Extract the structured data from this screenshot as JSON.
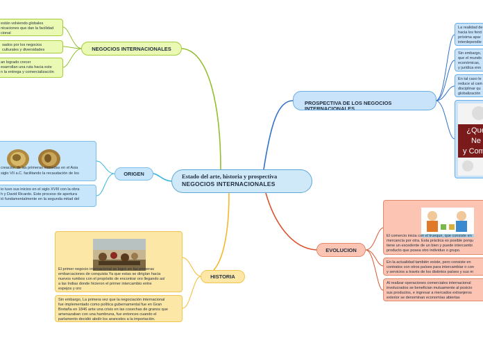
{
  "central": {
    "line1": "Estado del arte, historia y prospectiva",
    "line2": "NEGOCIOS INTERNACIONALES"
  },
  "negocios": {
    "label": "NEGOCIOS INTERNACIONALES",
    "leaves": [
      "están volviendo globales\nnicaciones que dan la facilidad\ncional",
      "sados por los negocios\nculturales y diversidades",
      "an logrado crecer\nesarrollan una ruta hacia este\nn la entrega y comercialización"
    ]
  },
  "origen": {
    "label": "ORIGEN",
    "leaves": [
      "creación de las primeras monedas en el Asia\nsiglo VII a.C. facilitando la recaudación de los",
      "io tuvo sus inicios en el siglo XVIII con la obra\nh y David Ricardo. Este proceso de apertura\nió fundamentalmente en la segunda mitad del"
    ]
  },
  "historia": {
    "label": "HISTORIA",
    "leaves": [
      "El primer negocio internacional se logró en las primeras\nembarcaciones de conquista Ya que estas se dirigían hacia\nnuevos rumbos con el propósito de encontrar oro llegando así\na las Indias donde hicieron el primer intercambio entre\nespejos y oro",
      "Sin embargo, La primera vez que la negociación internacional\nfue implementado como política gubernamental fue en Gran\nBretaña en 1846 ante una crisis en las cosechas de granos que\namenazaban con una hambruna, fue entonces cuando el\nparlamento decidió abolir los aranceles a la importación."
    ]
  },
  "prospectiva": {
    "label": "PROSPECTIVA DE LOS NEGOCIOS\nINTERNACIONALES",
    "leaves": [
      "La realidad de\nhacia los fenó\npróxima apar\ninterdependie",
      "Sin embargo,\nque el mundo\neconómicas,\ny jurídica enn",
      "En tal caso le\nreduce al cam\ndisciplinar qu\nglobalización"
    ],
    "image_text": "¿Qué\nNe\ny Come"
  },
  "evolucion": {
    "label": "EVOLUCION",
    "leaves": [
      "El comercio inicia con el  trueque, que consiste en\nmercancía por otra. Esta práctica es posible porqu\ntiene un excedente de un bien y puede intercambi\nproducto que posea otro individuo o grupo.",
      "En la actualidad también existe, pero consiste en\ncontratos con otros países para intercambiar o con\ny servicios a través de los distintos países y sus m",
      "Al realizar operaciones comerciales internacional\ninvolucrados se benefician mutuamente al posicio\nsus productos, e ingresar a mercados extranjeros\nexterior se denominan economías abiertas"
    ]
  },
  "colors": {
    "green_link": "#8fbf2a",
    "blue_link": "#2f6fc9",
    "teal_link": "#35b4dc",
    "yellow_link": "#f5b82a",
    "red_link": "#d9542f"
  }
}
